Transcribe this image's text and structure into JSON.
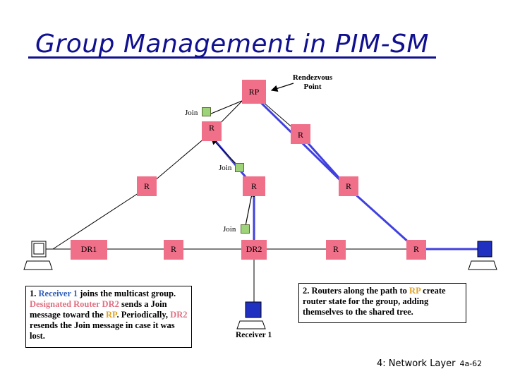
{
  "title": "Group Management in PIM-SM",
  "rp_label": "RP",
  "rp_note": "Rendezvous Point",
  "router_label": "R",
  "dr1_label": "DR1",
  "dr2_label": "DR2",
  "join_label": "Join",
  "receiver_label": "Receiver 1",
  "note1": {
    "p1": "1. ",
    "receiver": "Receiver 1",
    "p2": " joins the multicast group. ",
    "dr": "Designated Router DR2",
    "p3": " sends a Join message toward the ",
    "rp": "RP",
    "p4": ". Periodically, ",
    "dr2": "DR2",
    "p5": " resends the Join message in case it was lost."
  },
  "note2": {
    "p1": "2. Routers along the path to ",
    "rp": "RP",
    "p2": " create router state for the group, adding themselves to the shared tree."
  },
  "footer": {
    "text": "4: Network Layer",
    "page": "4a-62"
  },
  "colors": {
    "router_fill": "#f0708a",
    "shared_tree": "#4040e0",
    "title": "#101090",
    "join_box": "#9ed37a",
    "receiver_text": "#2f5fb8",
    "dr_text": "#e07080",
    "rp_text": "#e0a020"
  }
}
